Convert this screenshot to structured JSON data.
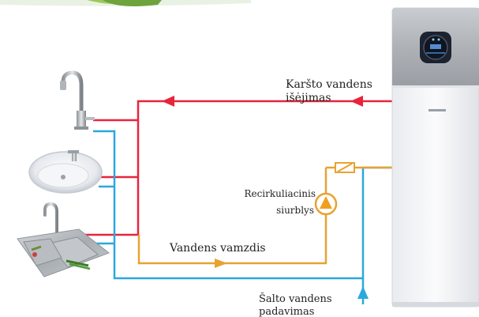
{
  "labels": {
    "hot_water_line1": "Karšto vandens",
    "hot_water_line2": "išėjimas",
    "pump_line1": "Recirkuliacinis",
    "pump_line2": "siurblys",
    "pipe": "Vandens vamzdis",
    "cold_line1": "Šalto vandens",
    "cold_line2": "padavimas"
  },
  "colors": {
    "hot": "#e8243c",
    "cold": "#2aa8e0",
    "recirculation": "#e8a232",
    "pump": "#f0a020"
  },
  "icons": [
    "faucet-icon",
    "basin-sink-icon",
    "kitchen-sink-icon",
    "heat-pump-icon",
    "circulation-pump-icon",
    "check-valve-icon"
  ]
}
